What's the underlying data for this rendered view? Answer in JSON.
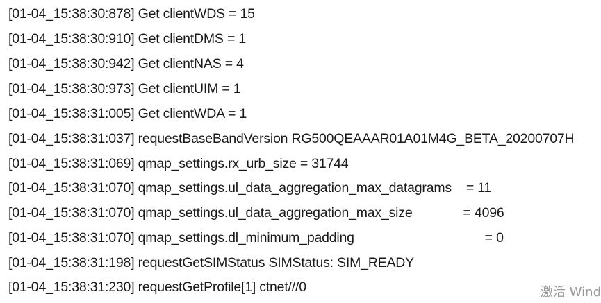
{
  "log": {
    "lines": [
      "[01-04_15:38:30:878] Get clientWDS = 15",
      "[01-04_15:38:30:910] Get clientDMS = 1",
      "[01-04_15:38:30:942] Get clientNAS = 4",
      "[01-04_15:38:30:973] Get clientUIM = 1",
      "[01-04_15:38:31:005] Get clientWDA = 1",
      "[01-04_15:38:31:037] requestBaseBandVersion RG500QEAAAR01A01M4G_BETA_20200707H",
      "[01-04_15:38:31:069] qmap_settings.rx_urb_size = 31744",
      "[01-04_15:38:31:070] qmap_settings.ul_data_aggregation_max_datagrams    = 11",
      "[01-04_15:38:31:070] qmap_settings.ul_data_aggregation_max_size              = 4096",
      "[01-04_15:38:31:070] qmap_settings.dl_minimum_padding                                    = 0",
      "[01-04_15:38:31:198] requestGetSIMStatus SIMStatus: SIM_READY",
      "[01-04_15:38:31:230] requestGetProfile[1] ctnet///0"
    ]
  },
  "watermark": {
    "text": "激活 Wind"
  }
}
